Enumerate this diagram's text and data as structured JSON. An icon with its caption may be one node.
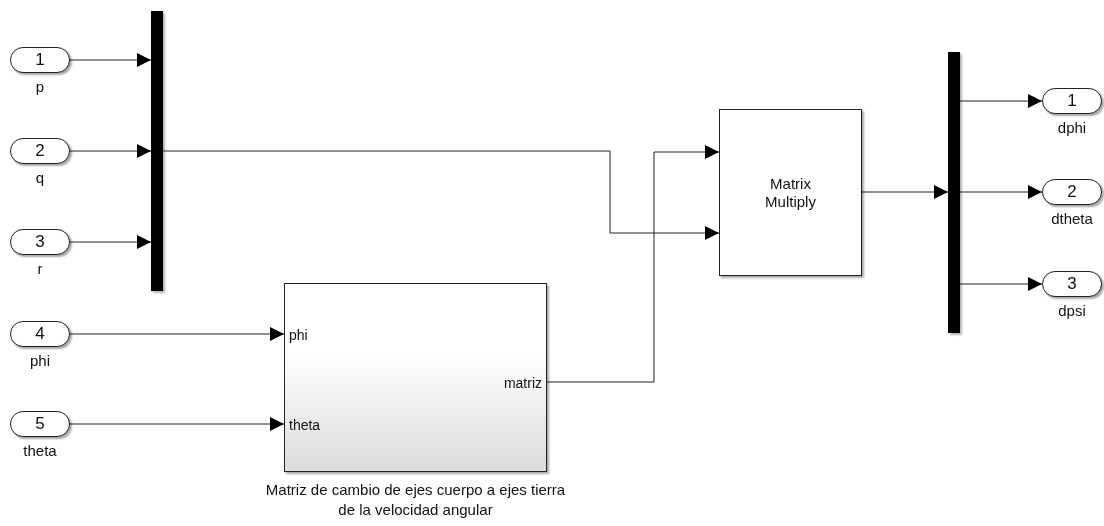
{
  "diagram": {
    "nodes": [
      {
        "text": [
          "1"
        ],
        "beside": [
          "p"
        ]
      },
      {
        "text": [
          "2"
        ],
        "beside": [
          "q"
        ]
      },
      {
        "text": [
          "3"
        ],
        "beside": [
          "r"
        ]
      },
      {
        "text": [],
        "shape": "bar"
      },
      {
        "text": [
          "4"
        ],
        "beside": [
          "phi"
        ]
      },
      {
        "text": [
          "5"
        ],
        "beside": [
          "theta"
        ]
      },
      {
        "text": [
          "phi",
          "theta",
          "matriz"
        ],
        "beside": [
          "Matriz de cambio de ejes cuerpo a ejes tierra de la velocidad angular"
        ]
      },
      {
        "text": [
          "Matrix Multiply"
        ]
      },
      {
        "text": [],
        "shape": "bar"
      },
      {
        "text": [
          "1"
        ],
        "beside": [
          "dphi"
        ]
      },
      {
        "text": [
          "2"
        ],
        "beside": [
          "dtheta"
        ]
      },
      {
        "text": [
          "3"
        ],
        "beside": [
          "dpsi"
        ]
      }
    ],
    "edges": [
      {
        "from": 0,
        "to": 3,
        "arrow": "to"
      },
      {
        "from": 1,
        "to": 3,
        "arrow": "to"
      },
      {
        "from": 2,
        "to": 3,
        "arrow": "to"
      },
      {
        "from": 4,
        "to": 6,
        "arrow": "to"
      },
      {
        "from": 5,
        "to": 6,
        "arrow": "to"
      },
      {
        "from": 3,
        "to": 7,
        "arrow": "to"
      },
      {
        "from": 6,
        "to": 7,
        "arrow": "to"
      },
      {
        "from": 7,
        "to": 8,
        "arrow": "to"
      },
      {
        "from": 8,
        "to": 9,
        "arrow": "to"
      },
      {
        "from": 8,
        "to": 10,
        "arrow": "to"
      },
      {
        "from": 8,
        "to": 11,
        "arrow": "to"
      }
    ]
  }
}
